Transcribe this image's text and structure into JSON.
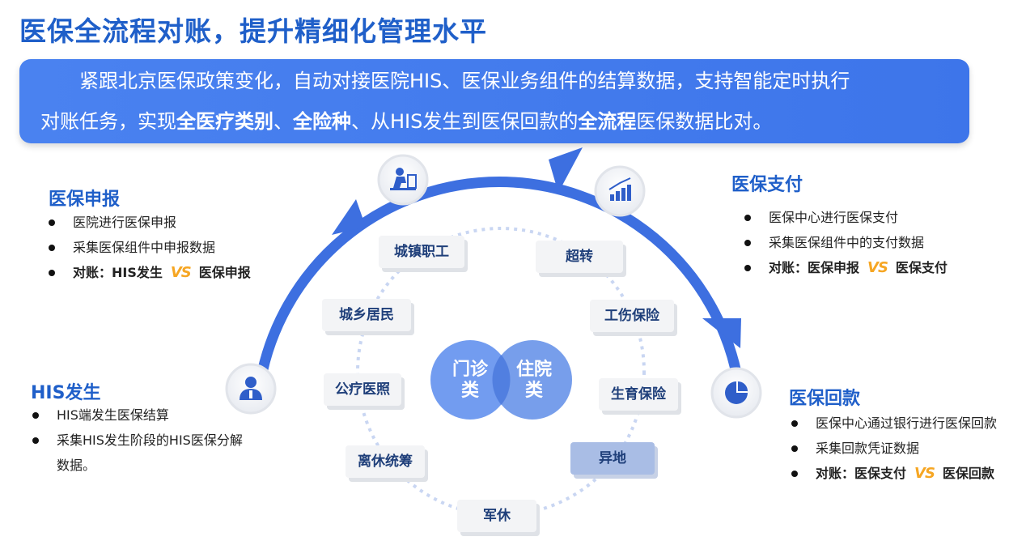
{
  "title": "医保全流程对账，提升精细化管理水平",
  "banner": {
    "line1": "紧跟北京医保政策变化，自动对接医院HIS、医保业务组件的结算数据，支持智能定时执行",
    "line2_a": "对账任务，实现",
    "line2_b": "全医疗类别",
    "line2_c": "、",
    "line2_d": "全险种",
    "line2_e": "、从HIS发生到医保回款的",
    "line2_f": "全流程",
    "line2_g": "医保数据比对。"
  },
  "sections": {
    "report": {
      "title": "医保申报",
      "items": [
        "医院进行医保申报",
        "采集医保组件中申报数据"
      ],
      "recon_prefix": "对账：HIS发生",
      "vs": "VS",
      "recon_suffix": "医保申报"
    },
    "pay": {
      "title": "医保支付",
      "items": [
        "医保中心进行医保支付",
        "采集医保组件中的支付数据"
      ],
      "recon_prefix": "对账：医保申报",
      "vs": "VS",
      "recon_suffix": "医保支付"
    },
    "his": {
      "title": "HIS发生",
      "items": [
        "HIS端发生医保结算",
        "采集HIS发生阶段的HIS医保分解数据。"
      ]
    },
    "refund": {
      "title": "医保回款",
      "items": [
        "医保中心通过银行进行医保回款",
        "采集回款凭证数据"
      ],
      "recon_prefix": "对账：医保支付",
      "vs": "VS",
      "recon_suffix": "医保回款"
    }
  },
  "categories": {
    "urban_worker": "城镇职工",
    "urban_rural": "城乡居民",
    "public_medical": "公疗医照",
    "retired": "离休统筹",
    "military": "军休",
    "nonlocal": "异地",
    "maternity": "生育保险",
    "injury": "工伤保险",
    "transfer": "超转"
  },
  "venn": {
    "left": "门诊类",
    "right": "住院类",
    "left_l1": "门诊",
    "left_l2": "类",
    "right_l1": "住院",
    "right_l2": "类"
  },
  "icons": {
    "his": "user-icon",
    "report": "person-at-desk-icon",
    "pay": "bar-chart-icon",
    "refund": "pie-chart-icon"
  },
  "colors": {
    "primary": "#1f5fc9",
    "banner": "#4a82f0",
    "arc": "#3d6fe0",
    "vs": "#f6a623"
  }
}
